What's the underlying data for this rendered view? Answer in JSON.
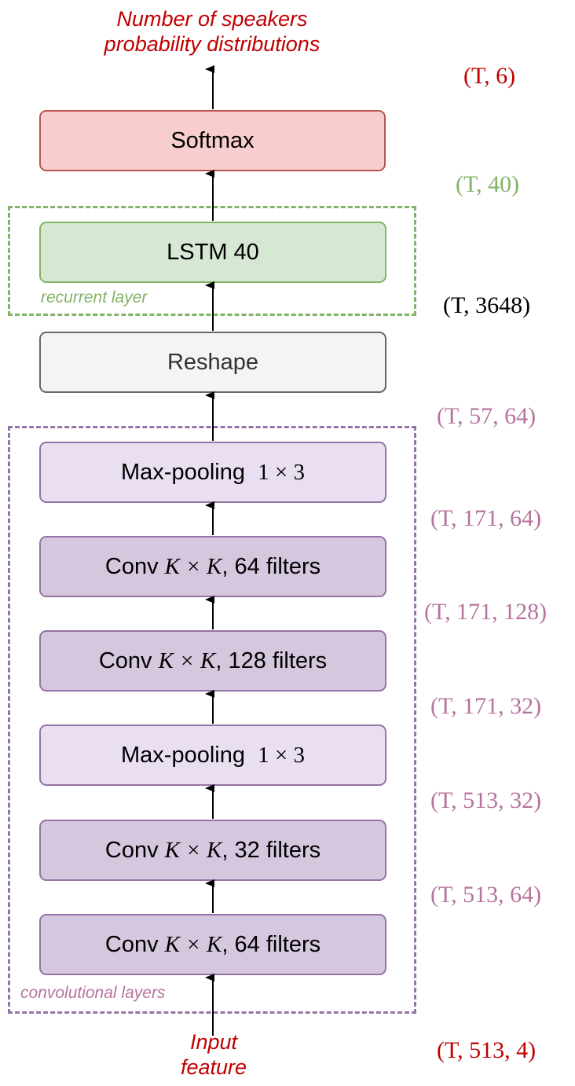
{
  "output_label": {
    "line1": "Number of speakers",
    "line2": "probability distributions"
  },
  "input_label": {
    "line1": "Input",
    "line2": "feature"
  },
  "blocks": {
    "softmax": "Softmax",
    "lstm": "LSTM 40",
    "reshape": "Reshape",
    "pool_top": {
      "text": "Max-pooling",
      "math": "1 × 3"
    },
    "conv_64_top": {
      "pre": "Conv",
      "math": "K × K",
      "post": ", 64 filters"
    },
    "conv_128": {
      "pre": "Conv",
      "math": "K × K",
      "post": ", 128 filters"
    },
    "pool_bottom": {
      "text": "Max-pooling",
      "math": "1 × 3"
    },
    "conv_32": {
      "pre": "Conv",
      "math": "K × K",
      "post": ", 32 filters"
    },
    "conv_64_bottom": {
      "pre": "Conv",
      "math": "K × K",
      "post": ", 64 filters"
    }
  },
  "groups": {
    "recurrent": "recurrent layer",
    "convolutional": "convolutional layers"
  },
  "shapes": {
    "out": "(T, 6)",
    "lstm_out": "(T, 40)",
    "reshape_out": "(T, 3648)",
    "pool_top_out": "(T, 57, 64)",
    "conv_64_top_out": "(T, 171, 64)",
    "conv_128_out": "(T, 171, 128)",
    "pool_bottom_out": "(T, 171, 32)",
    "conv_32_out": "(T, 513, 32)",
    "conv_64_bottom_out": "(T, 513, 64)",
    "input": "(T, 513, 4)"
  },
  "colors": {
    "conv_fill": "#d5c7dd",
    "pool_fill": "#e9dff1",
    "purple_border": "#9673a6",
    "lstm_fill": "#d6e8d4",
    "green_border": "#82b366",
    "softmax_fill": "#f7cecd",
    "red_border": "#b85450",
    "reshape_fill": "#f4f4f4",
    "io_text": "#c00000",
    "shape_purple": "#b5739d",
    "shape_green": "#82b366",
    "shape_red": "#c00000"
  }
}
